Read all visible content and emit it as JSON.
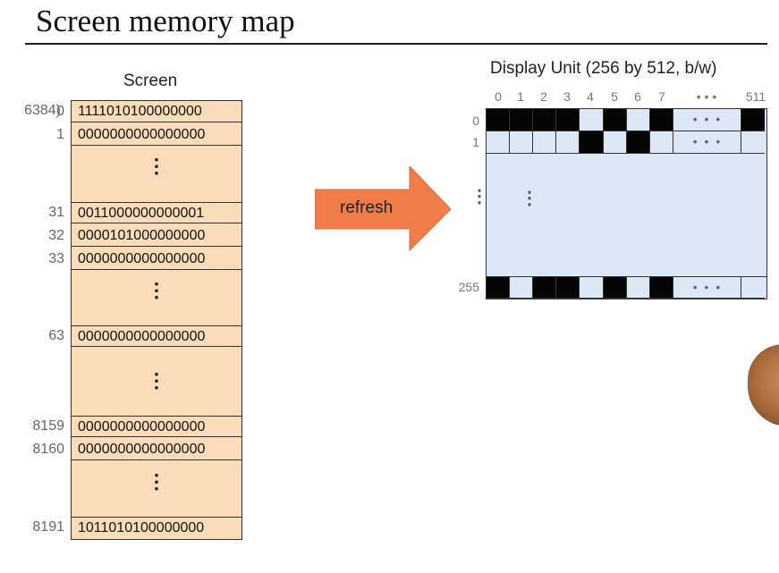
{
  "title": "Screen memory map",
  "memory": {
    "label": "Screen",
    "base_label": "6384)",
    "rows": [
      {
        "addr": "0",
        "value": "1111010100000000"
      },
      {
        "addr": "1",
        "value": "0000000000000000"
      },
      {
        "addr": "31",
        "value": "0011000000000001"
      },
      {
        "addr": "32",
        "value": "0000101000000000"
      },
      {
        "addr": "33",
        "value": "0000000000000000"
      },
      {
        "addr": "63",
        "value": "0000000000000000"
      },
      {
        "addr": "8159",
        "value": "0000000000000000"
      },
      {
        "addr": "8160",
        "value": "0000000000000000"
      },
      {
        "addr": "8191",
        "value": "1011010100000000"
      }
    ],
    "ellipsis": "⋮"
  },
  "arrow": {
    "label": "refresh",
    "color": "#f07c4a"
  },
  "display": {
    "label": "Display Unit (256 by 512, b/w)",
    "col_labels": [
      "0",
      "1",
      "2",
      "3",
      "4",
      "5",
      "6",
      "7",
      "• • •",
      "511"
    ],
    "row_labels": [
      "0",
      "1",
      "⋮",
      "255"
    ],
    "pixels": {
      "row0": [
        1,
        1,
        1,
        1,
        0,
        1,
        0,
        1,
        "dots",
        1
      ],
      "row1": [
        0,
        0,
        0,
        0,
        1,
        0,
        1,
        0,
        "dots",
        0
      ],
      "row255": [
        1,
        0,
        1,
        1,
        0,
        1,
        0,
        1,
        "dots",
        0
      ]
    },
    "inner_ellipsis": "⋮",
    "colors": {
      "on": "#050505",
      "off": "#dce8f6"
    }
  }
}
